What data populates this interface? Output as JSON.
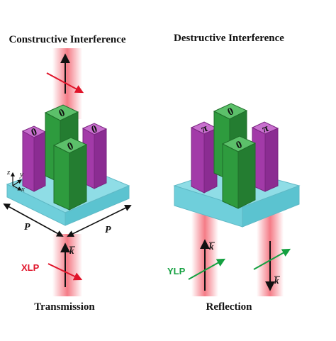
{
  "left_panel": {
    "title": "Constructive Interference",
    "caption": "Transmission",
    "polarization": "XLP",
    "pillar_phases": [
      "0",
      "0",
      "0",
      "0"
    ],
    "period_label_left": "P",
    "period_label_right": "P",
    "wavevector": "k",
    "axes": {
      "z": "z",
      "y": "y",
      "x": "x"
    }
  },
  "right_panel": {
    "title": "Destructive Interference",
    "caption": "Reflection",
    "polarization": "YLP",
    "pillar_phases": [
      "π",
      "0",
      "π",
      "0"
    ],
    "wavevector_in": "k",
    "wavevector_out": "k"
  },
  "colors": {
    "beam": "#f25c6a",
    "substrate": "#7fd8e2",
    "pillar_green": "#2e9b3e",
    "pillar_purple": "#a23aa8",
    "red_arrow": "#e0142a",
    "green_arrow": "#14a040"
  }
}
